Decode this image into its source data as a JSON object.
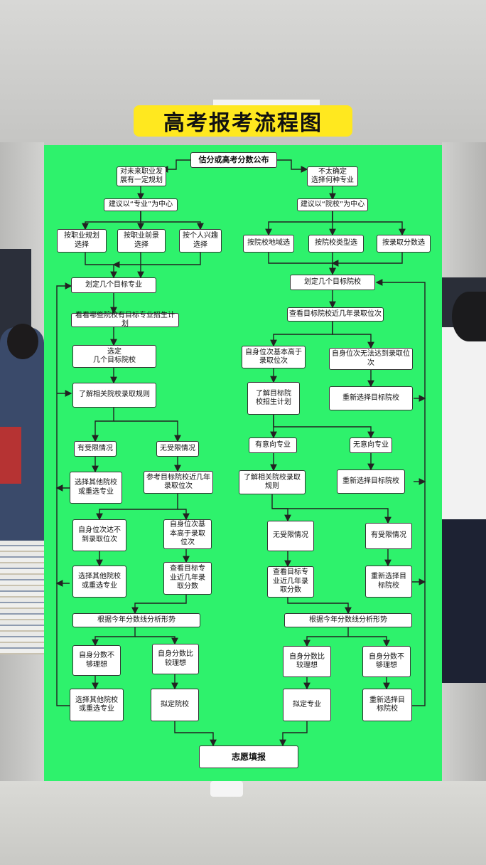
{
  "title": "高考报考流程图",
  "nodes": {
    "start": "估分或高考分数公布",
    "plan_yes": "对未来职业发\n展有一定规划",
    "plan_no": "不太确定\n选择何种专业",
    "major_center": "建议以“专业”为中心",
    "school_center": "建议以“院校”为中心",
    "by_career_plan": "按职业规划\n选择",
    "by_career_prospect": "按职业前景\n选择",
    "by_interest": "按个人兴趣\n选择",
    "by_region": "按院校地域选",
    "by_type": "按院校类型选",
    "by_score": "按录取分数选",
    "target_majors": "划定几个目标专业",
    "target_schools": "划定几个目标院校",
    "check_schools_plan": "看看哪些院校有目标专业招生计划",
    "check_rank": "查看目标院校近几年录取位次",
    "select_schools": "选定\n几个目标院校",
    "rank_above": "自身位次基本高于\n录取位次",
    "rank_below": "自身位次无法达到录取位\n次",
    "learn_rules_l": "了解相关院校录取规则",
    "learn_plan_r": "了解目标院\n校招生计划",
    "reselect_r1": "重新选择目标院校",
    "limited_l": "有受限情况",
    "unlimited_l": "无受限情况",
    "has_pref_r": "有意向专业",
    "no_pref_r": "无意向专业",
    "choose_other_l1": "选择其他院校\n或重选专业",
    "ref_rank_l": "参考目标院校近几年\n录取位次",
    "learn_rules_r": "了解相关院校录取\n规则",
    "reselect_r2": "重新选择目标院校",
    "rank_low_l": "自身位次达不\n到录取位次",
    "rank_high_l": "自身位次基\n本高于录取\n位次",
    "unlimited_r": "无受限情况",
    "limited_r": "有受限情况",
    "choose_other_l2": "选择其他院校\n或重选专业",
    "check_scores_l": "查看目标专\n业近几年录\n取分数",
    "check_scores_r": "查看目标专\n业近几年录\n取分数",
    "reselect_r3": "重新选择目\n标院校",
    "analyze_l": "根据今年分数线分析形势",
    "analyze_r": "根据今年分数线分析形势",
    "score_bad_l": "自身分数不\n够理想",
    "score_good_l": "自身分数比\n较理想",
    "score_good_r": "自身分数比\n较理想",
    "score_bad_r": "自身分数不\n够理想",
    "choose_other_l3": "选择其他院校\n或重选专业",
    "draft_school": "拟定院校",
    "draft_major": "拟定专业",
    "reselect_r4": "重新选择目\n标院校",
    "final": "志愿填报"
  },
  "colors": {
    "panel": "#2ef26c",
    "title_bg": "#ffe81f",
    "node_bg": "#ffffff",
    "line": "#222222"
  }
}
